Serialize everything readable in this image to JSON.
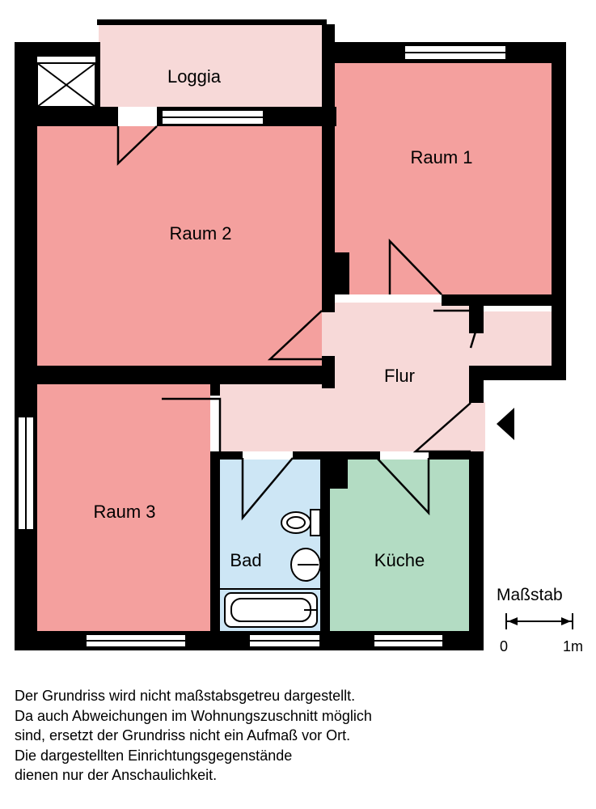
{
  "rooms": {
    "loggia": "Loggia",
    "raum1": "Raum 1",
    "raum2": "Raum 2",
    "raum3": "Raum 3",
    "flur": "Flur",
    "bad": "Bad",
    "kueche": "Küche"
  },
  "scale": {
    "title": "Maßstab",
    "start": "0",
    "end": "1m"
  },
  "disclaimer": [
    "Der Grundriss wird nicht maßstabsgetreu dargestellt.",
    "Da auch Abweichungen im Wohnungszuschnitt möglich",
    "sind, ersetzt der Grundriss nicht ein Aufmaß vor Ort.",
    "Die dargestellten Einrichtungsgegenstände",
    "dienen nur der Anschaulichkeit."
  ],
  "colors": {
    "living_room": "#f4a09e",
    "loggia_hall": "#f7d9d8",
    "bath": "#cde6f5",
    "kitchen": "#b3dcc3",
    "wall": "#000000"
  }
}
